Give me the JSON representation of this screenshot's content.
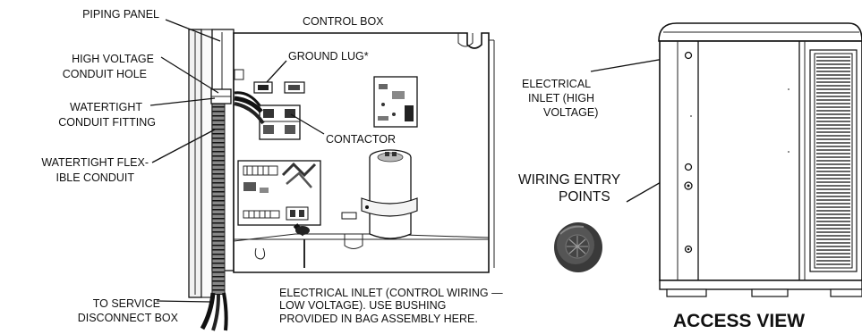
{
  "labels": {
    "piping_panel": "PIPING PANEL",
    "control_box": "CONTROL BOX",
    "hv_hole_1": "HIGH VOLTAGE",
    "hv_hole_2": "CONDUIT HOLE",
    "ground_lug": "GROUND LUG*",
    "wt_fitting_1": "WATERTIGHT",
    "wt_fitting_2": "CONDUIT FITTING",
    "contactor": "CONTACTOR",
    "wt_flex_1": "WATERTIGHT FLEX-",
    "wt_flex_2": "IBLE CONDUIT",
    "to_service_1": "TO SERVICE",
    "to_service_2": "DISCONNECT BOX",
    "low_voltage_1": "ELECTRICAL INLET (CONTROL WIRING —",
    "low_voltage_2": "LOW VOLTAGE). USE BUSHING",
    "low_voltage_3": "PROVIDED IN BAG ASSEMBLY HERE.",
    "elec_inlet_1": "ELECTRICAL",
    "elec_inlet_2": "INLET (HIGH",
    "elec_inlet_3": "VOLTAGE)",
    "wiring_entry_1": "WIRING ENTRY",
    "wiring_entry_2": "POINTS",
    "access_view": "ACCESS VIEW"
  }
}
